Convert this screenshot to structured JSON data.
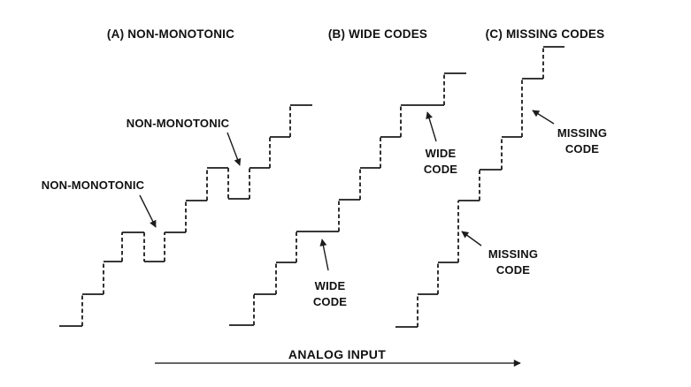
{
  "figure": {
    "background": "#ffffff",
    "line_color": "#1c1c1c",
    "text_color": "#111111"
  },
  "titles": {
    "a": "(A) NON-MONOTONIC",
    "b": "(B) WIDE CODES",
    "c": "(C) MISSING CODES"
  },
  "axis": {
    "label": "ANALOG INPUT"
  },
  "chart_data": {
    "type": "line",
    "xlabel": "ANALOG INPUT",
    "style_note": "staircase transfer functions: horizontal treads solid, vertical risers dashed",
    "series": [
      {
        "id": "staircase-a",
        "name": "(A) NON-MONOTONIC",
        "points": [
          [
            67,
            369
          ],
          [
            93,
            369
          ],
          [
            93,
            333
          ],
          [
            117,
            333
          ],
          [
            117,
            296
          ],
          [
            138,
            296
          ],
          [
            138,
            263
          ],
          [
            163,
            263
          ],
          [
            163,
            296
          ],
          [
            186,
            296
          ],
          [
            186,
            263
          ],
          [
            210,
            263
          ],
          [
            210,
            227
          ],
          [
            234,
            227
          ],
          [
            234,
            190
          ],
          [
            258,
            190
          ],
          [
            258,
            225
          ],
          [
            282,
            225
          ],
          [
            282,
            190
          ],
          [
            305,
            190
          ],
          [
            305,
            155
          ],
          [
            328,
            155
          ],
          [
            328,
            119
          ],
          [
            353,
            119
          ]
        ]
      },
      {
        "id": "staircase-b",
        "name": "(B) WIDE CODES",
        "points": [
          [
            259,
            368
          ],
          [
            287,
            368
          ],
          [
            287,
            333
          ],
          [
            312,
            333
          ],
          [
            312,
            297
          ],
          [
            335,
            297
          ],
          [
            335,
            262
          ],
          [
            383,
            262
          ],
          [
            383,
            226
          ],
          [
            407,
            226
          ],
          [
            407,
            190
          ],
          [
            430,
            190
          ],
          [
            430,
            155
          ],
          [
            453,
            155
          ],
          [
            453,
            119
          ],
          [
            502,
            119
          ],
          [
            502,
            83
          ],
          [
            527,
            83
          ]
        ]
      },
      {
        "id": "staircase-c",
        "name": "(C) MISSING CODES",
        "points": [
          [
            447,
            370
          ],
          [
            472,
            370
          ],
          [
            472,
            333
          ],
          [
            495,
            333
          ],
          [
            495,
            297
          ],
          [
            518,
            297
          ],
          [
            518,
            227
          ],
          [
            542,
            227
          ],
          [
            542,
            192
          ],
          [
            567,
            192
          ],
          [
            567,
            155
          ],
          [
            590,
            155
          ],
          [
            590,
            89
          ],
          [
            614,
            89
          ],
          [
            614,
            53
          ],
          [
            638,
            53
          ]
        ]
      }
    ],
    "annotations": [
      {
        "id": "non-monotonic-callout-lower",
        "lines": [
          "NON-MONOTONIC"
        ],
        "text_x": 105,
        "text_y": 214,
        "arrow": [
          158,
          221,
          176,
          257
        ]
      },
      {
        "id": "non-monotonic-callout-upper",
        "lines": [
          "NON-MONOTONIC"
        ],
        "text_x": 201,
        "text_y": 144,
        "arrow": [
          257,
          150,
          271,
          187
        ]
      },
      {
        "id": "wide-code-callout-lower",
        "lines": [
          "WIDE",
          "CODE"
        ],
        "text_x": 373,
        "text_y": 328,
        "arrow": [
          371,
          306,
          364,
          271
        ]
      },
      {
        "id": "wide-code-callout-upper",
        "lines": [
          "WIDE",
          "CODE"
        ],
        "text_x": 498,
        "text_y": 178,
        "arrow": [
          493,
          160,
          483,
          127
        ]
      },
      {
        "id": "missing-code-callout-upper",
        "lines": [
          "MISSING",
          "CODE"
        ],
        "text_x": 658,
        "text_y": 155,
        "arrow": [
          626,
          140,
          602,
          125
        ]
      },
      {
        "id": "missing-code-callout-lower",
        "lines": [
          "MISSING",
          "CODE"
        ],
        "text_x": 580,
        "text_y": 292,
        "arrow": [
          544,
          278,
          522,
          262
        ]
      }
    ],
    "axis_arrow": [
      175,
      411,
      588,
      411
    ]
  }
}
